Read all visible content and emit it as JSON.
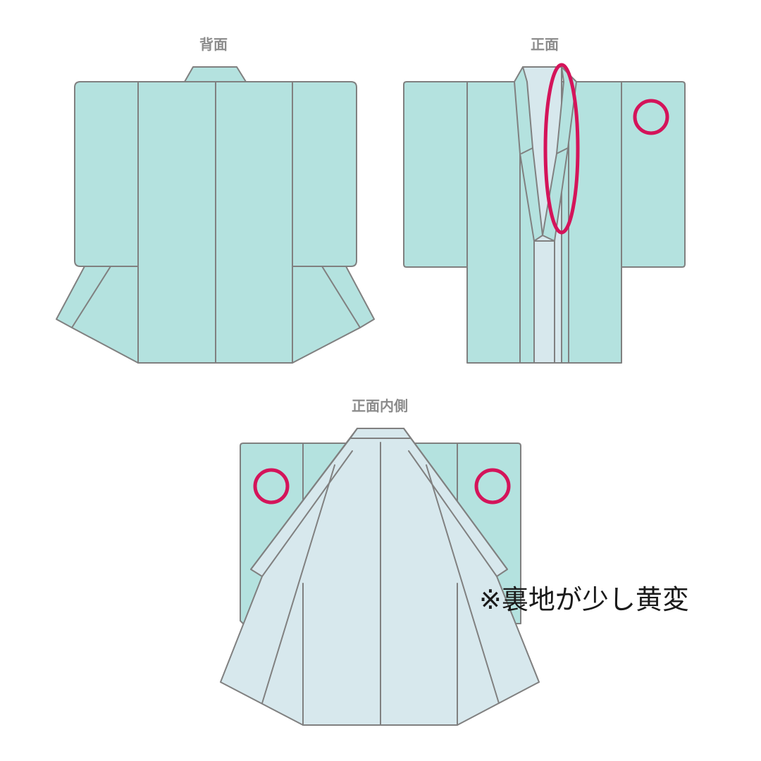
{
  "views": {
    "back": {
      "label": "背面"
    },
    "front": {
      "label": "正面"
    },
    "inside": {
      "label": "正面内側"
    }
  },
  "note": "※裏地が少し黄変",
  "colors": {
    "outer": "#b4e2df",
    "lining": "#d7e8ed",
    "outline": "#808080",
    "marker": "#d4145a",
    "label": "#8c8c8c"
  }
}
